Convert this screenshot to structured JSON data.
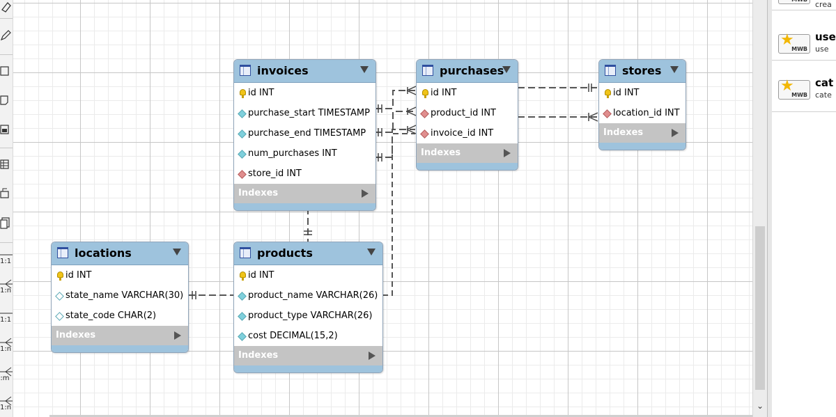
{
  "toolbar": {
    "relation_labels": [
      "1:1",
      "1:n",
      "1:1",
      "1:n",
      "n:m",
      "1:n"
    ]
  },
  "diagram": {
    "index_label": "Indexes",
    "entities": [
      {
        "id": "invoices",
        "title": "invoices",
        "columns": [
          {
            "text": "id INT",
            "kind": "pk"
          },
          {
            "text": "purchase_start TIMESTAMP",
            "kind": "attr"
          },
          {
            "text": "purchase_end TIMESTAMP",
            "kind": "attr"
          },
          {
            "text": "num_purchases INT",
            "kind": "attr"
          },
          {
            "text": "store_id INT",
            "kind": "fk"
          }
        ]
      },
      {
        "id": "purchases",
        "title": "purchases",
        "columns": [
          {
            "text": "id INT",
            "kind": "pk"
          },
          {
            "text": "product_id INT",
            "kind": "fk"
          },
          {
            "text": "invoice_id INT",
            "kind": "fk"
          }
        ]
      },
      {
        "id": "stores",
        "title": "stores",
        "columns": [
          {
            "text": "id INT",
            "kind": "pk"
          },
          {
            "text": "location_id INT",
            "kind": "fk"
          }
        ]
      },
      {
        "id": "locations",
        "title": "locations",
        "columns": [
          {
            "text": "id INT",
            "kind": "pk"
          },
          {
            "text": "state_name VARCHAR(30)",
            "kind": "attr-null"
          },
          {
            "text": "state_code CHAR(2)",
            "kind": "attr-null"
          }
        ]
      },
      {
        "id": "products",
        "title": "products",
        "columns": [
          {
            "text": "id INT",
            "kind": "pk"
          },
          {
            "text": "product_name VARCHAR(26)",
            "kind": "attr"
          },
          {
            "text": "product_type VARCHAR(26)",
            "kind": "attr"
          },
          {
            "text": "cost DECIMAL(15,2)",
            "kind": "attr"
          }
        ]
      }
    ]
  },
  "panel": {
    "items": [
      {
        "title": "",
        "desc": "crea",
        "icon": "MWB"
      },
      {
        "title": "use",
        "desc": "use",
        "icon": "MWB"
      },
      {
        "title": "cat",
        "desc": "cate",
        "icon": "MWB"
      }
    ]
  },
  "colors": {
    "entity_header": "#9ec3dd",
    "indexes_bar": "#c4c4c4",
    "primary_key": "#f0c419",
    "attribute": "#7fd0dc",
    "foreign_key": "#e08e8e"
  }
}
